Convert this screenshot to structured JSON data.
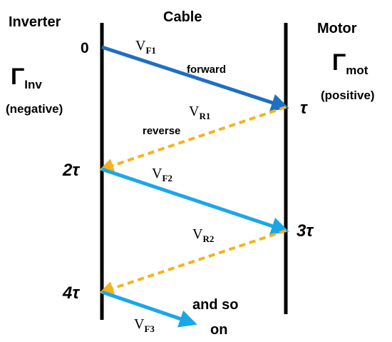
{
  "headers": {
    "inverter": "Inverter",
    "cable": "Cable",
    "motor": "Motor"
  },
  "inverter_side": {
    "gamma_symbol": "Γ",
    "gamma_sub": "Inv",
    "sign": "(negative)"
  },
  "motor_side": {
    "gamma_symbol": "Γ",
    "gamma_sub": "mot",
    "sign": "(positive)"
  },
  "times": {
    "t0": "0",
    "t1": "τ",
    "t2": "2τ",
    "t3": "3τ",
    "t4": "4τ"
  },
  "waves": {
    "vf1_main": "V",
    "vf1_sub": "F1",
    "vr1_main": "V",
    "vr1_sub": "R1",
    "vf2_main": "V",
    "vf2_sub": "F2",
    "vr2_main": "V",
    "vr2_sub": "R2",
    "vf3_main": "V",
    "vf3_sub": "F3"
  },
  "annotations": {
    "forward": "forward",
    "reverse": "reverse",
    "and_so": "and so",
    "on": "on"
  },
  "colors": {
    "line": "#000000",
    "forward_first": "#1f6fc2",
    "forward_later": "#1aa7e8",
    "reverse": "#f5b31b"
  }
}
